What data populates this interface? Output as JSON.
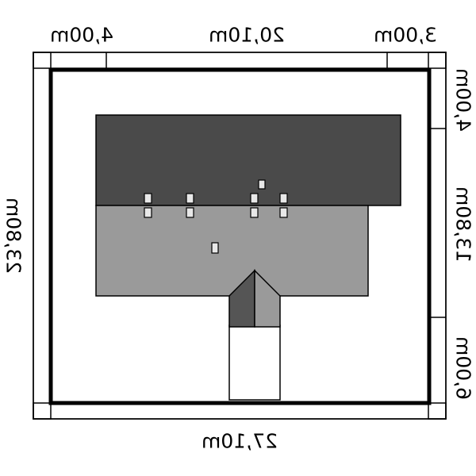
{
  "dimensions": {
    "top_left": "4,00m",
    "top_middle": "20,10m",
    "top_right": "3,00m",
    "bottom": "27,10m",
    "left": "23,80m",
    "right_top": "4,00m",
    "right_middle": "13,80m",
    "right_bottom": "6,00m"
  },
  "colors": {
    "roof_dark": "#4a4a4a",
    "roof_light": "#9a9a9a",
    "boundary": "#000000",
    "window": "#e8e8e8"
  }
}
